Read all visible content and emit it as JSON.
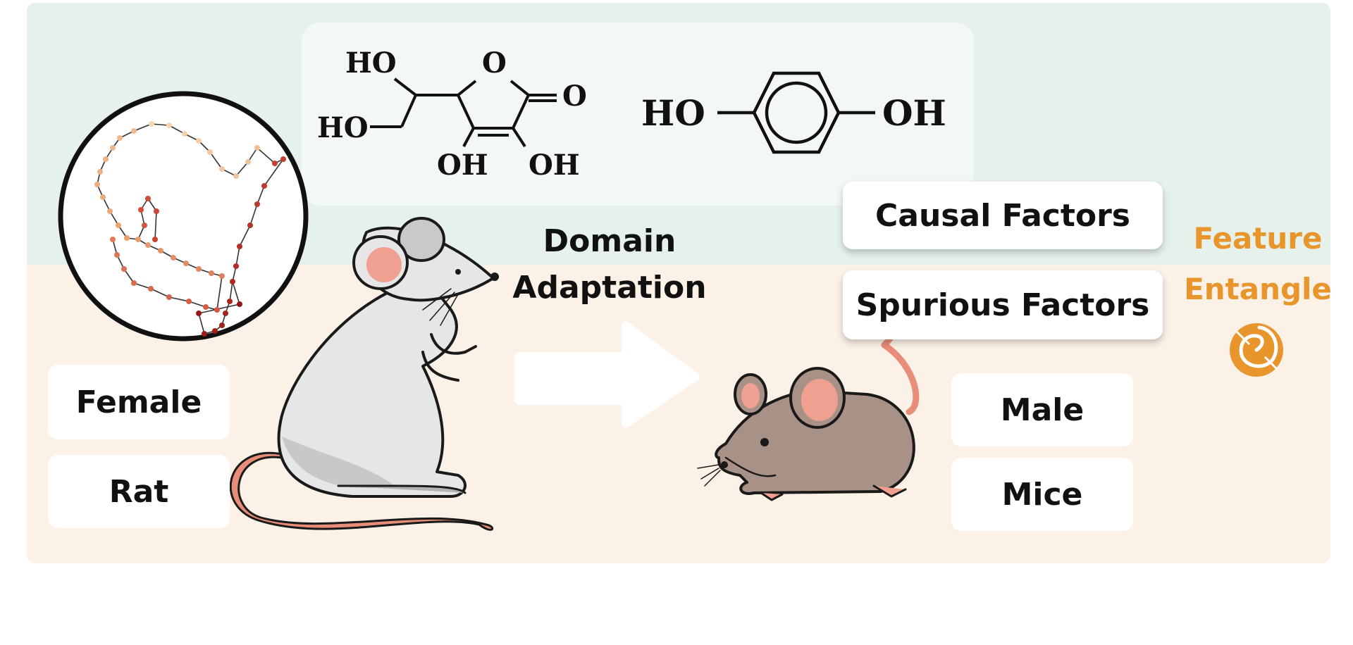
{
  "colors": {
    "top_band": "#e6f1eb",
    "bottom_band": "#fbf1e6",
    "molecule_box": "#f3f8f4",
    "accent_orange": "#e8952c",
    "rat_body": "#e6e6e6",
    "mouse_body": "#a89288",
    "ear_pink": "#f0a090",
    "tail_pink": "#e88d78"
  },
  "diagram": {
    "domain_label_line1": "Domain",
    "domain_label_line2": "Adaptation",
    "source_attributes": [
      "Female",
      "Rat"
    ],
    "target_attributes": [
      "Male",
      "Mice"
    ],
    "factors": [
      "Causal Factors",
      "Spurious Factors"
    ],
    "feature_entangle_line1": "Feature",
    "feature_entangle_line2": "Entangle"
  },
  "molecules": {
    "ascorbic_acid": {
      "labels": [
        "HO",
        "HO",
        "O",
        "O",
        "OH",
        "OH"
      ]
    },
    "hydroquinone": {
      "labels": [
        "HO",
        "OH"
      ]
    }
  },
  "icons": [
    "molecular-graph-icon",
    "rat-icon",
    "mouse-icon",
    "arrow-right-icon",
    "spiral-icon",
    "ascorbic-acid-structure",
    "hydroquinone-structure"
  ]
}
